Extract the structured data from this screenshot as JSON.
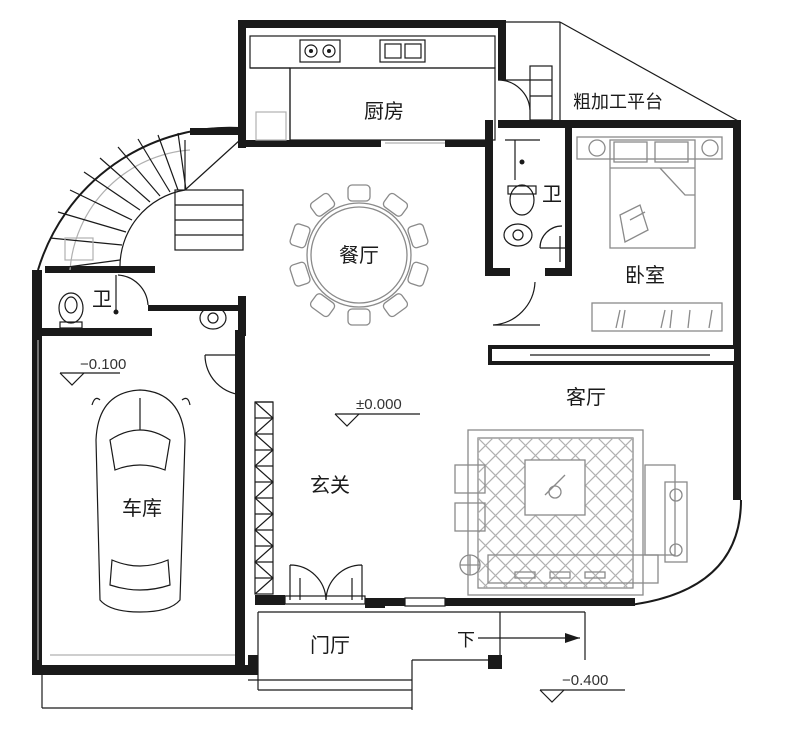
{
  "rooms": {
    "kitchen": "厨房",
    "prep_platform": "粗加工平台",
    "dining": "餐厅",
    "bath_upper": "卫",
    "bath_lower": "卫",
    "bedroom": "卧室",
    "living": "客厅",
    "foyer": "玄关",
    "garage": "车库",
    "entrance_hall": "门厅",
    "down": "下"
  },
  "elevations": {
    "garage": "−0.100",
    "main": "±0.000",
    "exterior": "−0.400"
  },
  "colors": {
    "wall": "#1a1a1a",
    "furniture": "#8a8a8a",
    "background": "#ffffff"
  }
}
